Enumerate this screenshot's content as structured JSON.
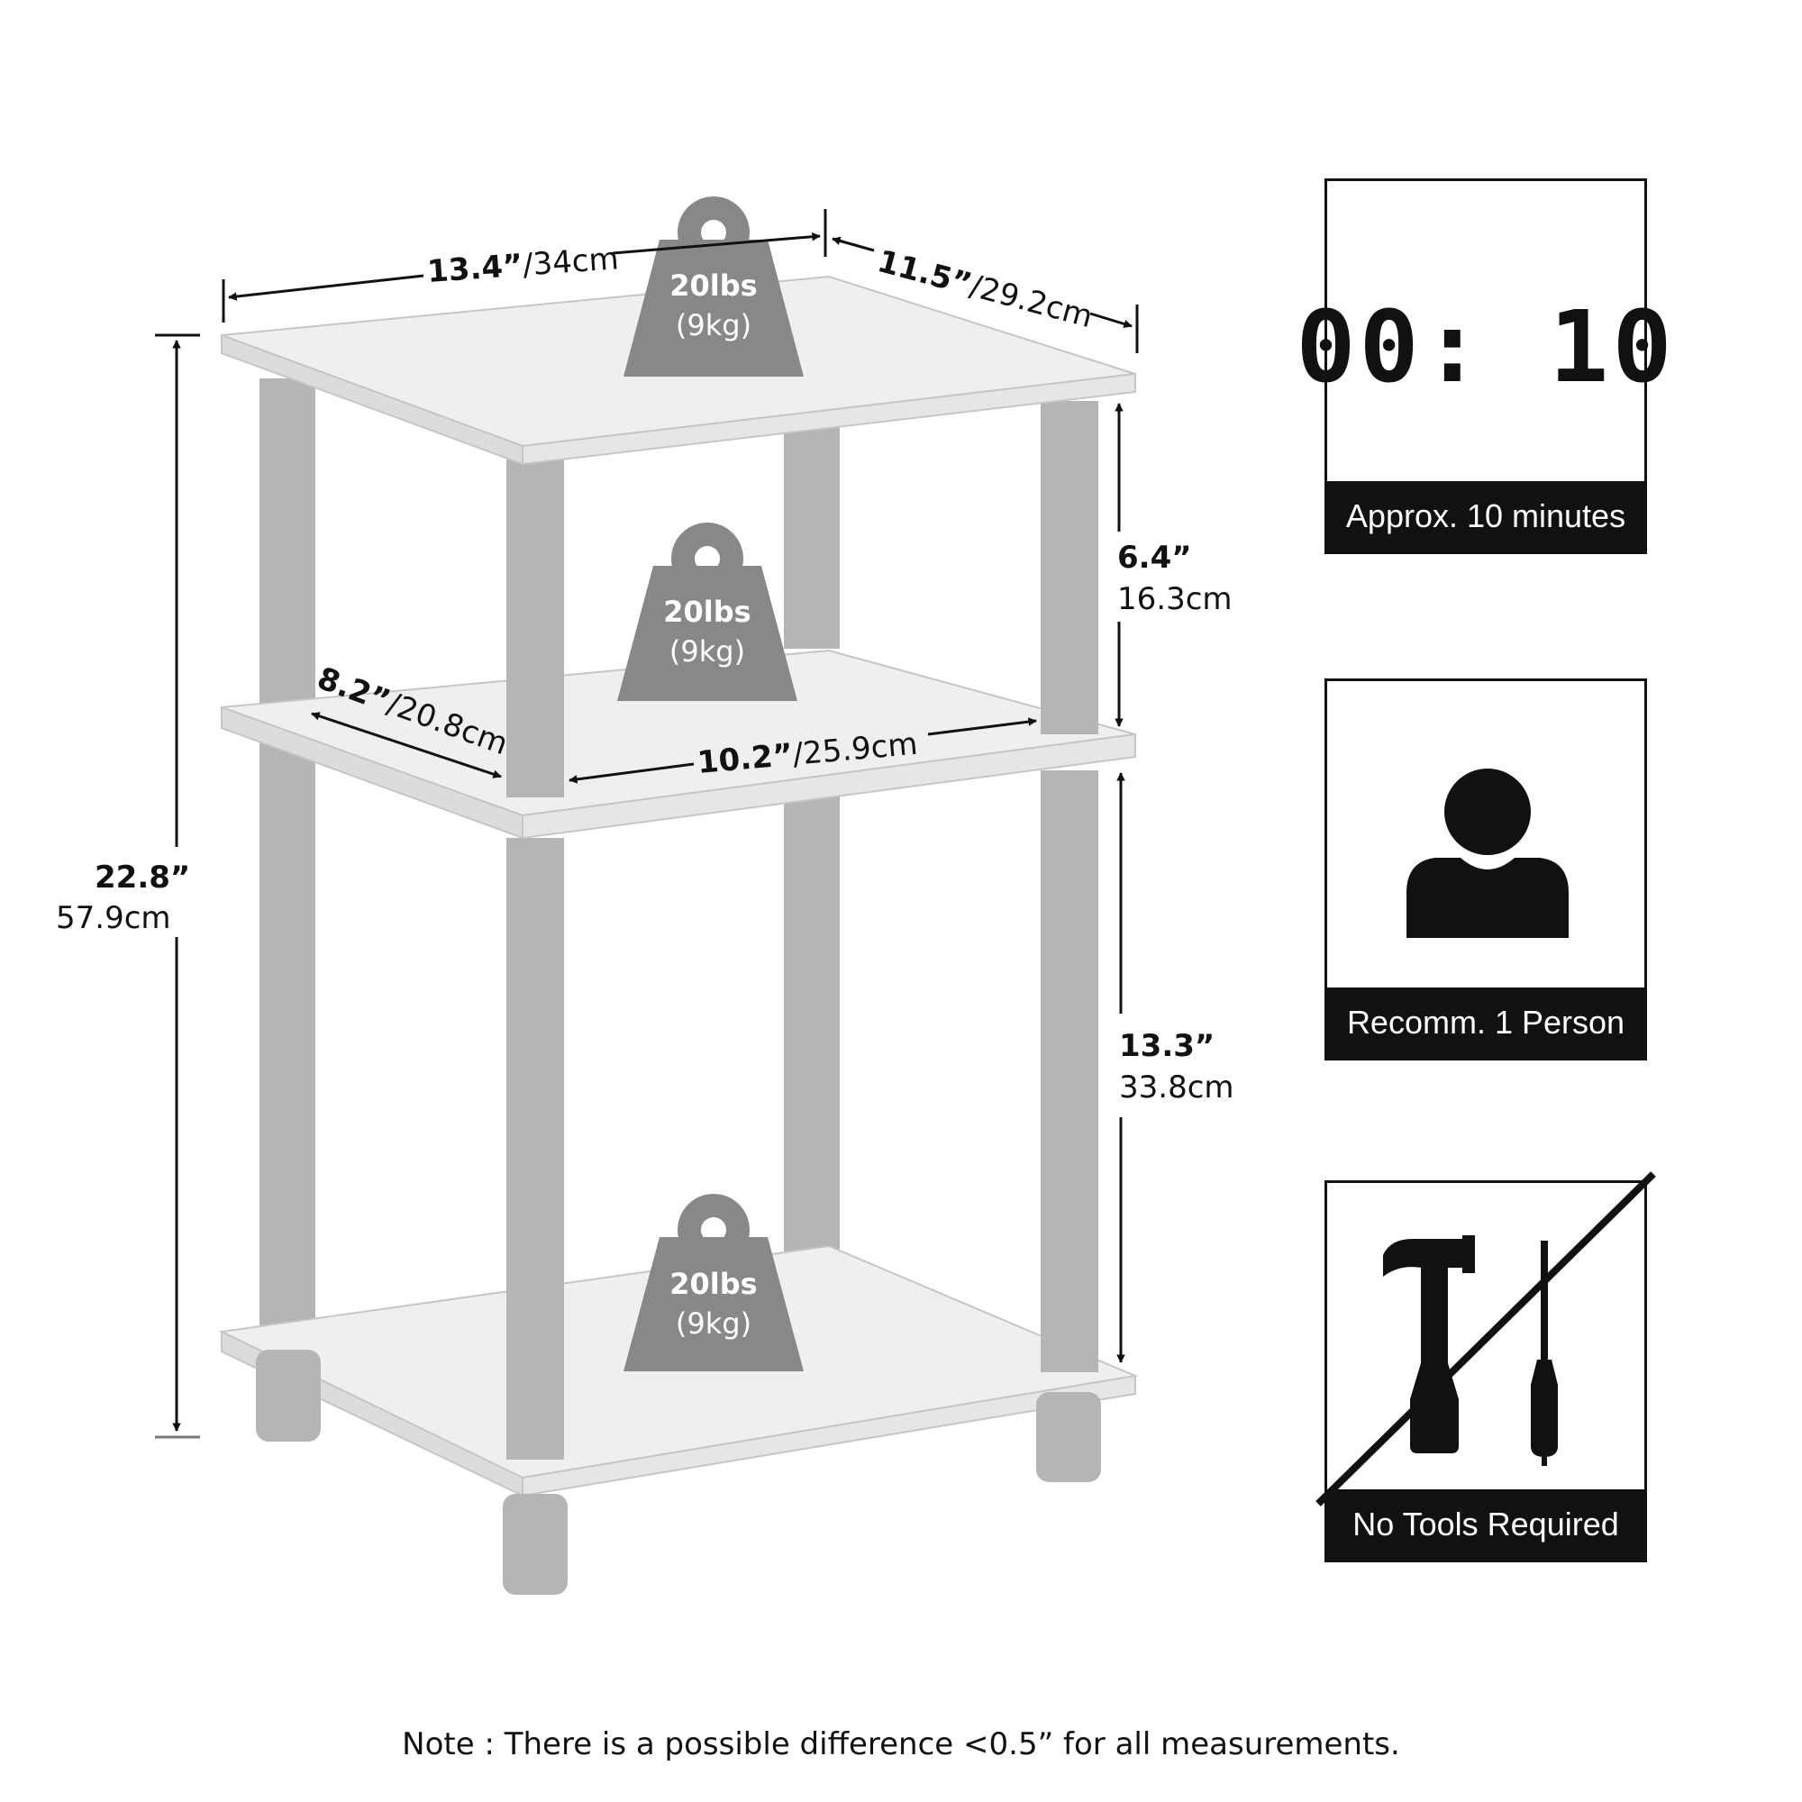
{
  "dimensions": {
    "top_width_in": "13.4”",
    "top_width_cm": "/34cm",
    "top_depth_in": "11.5”",
    "top_depth_cm": "/29.2cm",
    "total_height_in": "22.8”",
    "total_height_cm": "57.9cm",
    "upper_gap_in": "6.4”",
    "upper_gap_cm": "16.3cm",
    "lower_gap_in": "13.3”",
    "lower_gap_cm": "33.8cm",
    "inner_depth_in": "8.2”",
    "inner_depth_cm": "/20.8cm",
    "inner_width_in": "10.2”",
    "inner_width_cm": "/25.9cm"
  },
  "weights": [
    {
      "lbs": "20lbs",
      "kg": "(9kg)"
    },
    {
      "lbs": "20lbs",
      "kg": "(9kg)"
    },
    {
      "lbs": "20lbs",
      "kg": "(9kg)"
    }
  ],
  "info": {
    "timer_display": "00: 10",
    "time_caption": "Approx. 10 minutes",
    "person_caption": "Recomm. 1 Person",
    "tools_caption": "No Tools Required"
  },
  "icons": [
    "weight-icon",
    "digital-timer-icon",
    "person-icon",
    "hammer-icon",
    "screwdriver-icon",
    "no-tools-slash-icon"
  ],
  "colors": {
    "post": "#b5b5b5",
    "shelf": "#efefef",
    "weight": "#888888",
    "ink": "#111111"
  },
  "note": "Note : There is a possible difference <0.5” for all measurements."
}
